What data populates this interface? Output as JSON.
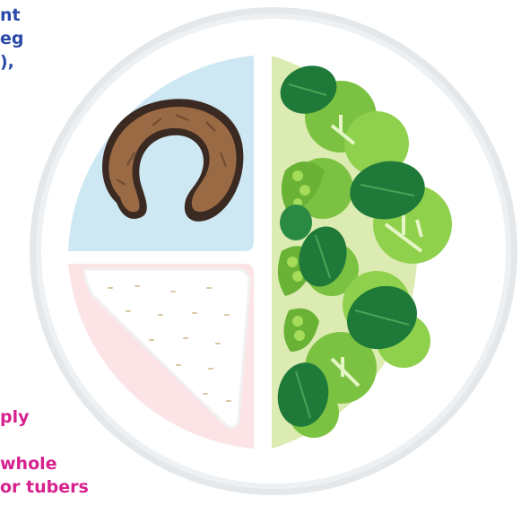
{
  "top_caption": {
    "lines": [
      "nt",
      "eg",
      "),"
    ],
    "color": "#2b4aa8"
  },
  "bottom_caption": {
    "lines": [
      "ply",
      "whole",
      "or tubers"
    ],
    "color": "#d6218f"
  },
  "plate": {
    "sections": [
      "protein",
      "grains",
      "vegetables"
    ],
    "colors": {
      "plate_rim": "#e3e7ea",
      "plate_face": "#ffffff",
      "protein_bg": "#cde8f2",
      "grain_bg": "#fce3e5",
      "veg_bg": "#dcebb1",
      "fish": "#9a6a44",
      "rice_dot": "#d9c7a4",
      "leaf_dark": "#1f7a3a",
      "sprout": "#7cc242"
    }
  }
}
